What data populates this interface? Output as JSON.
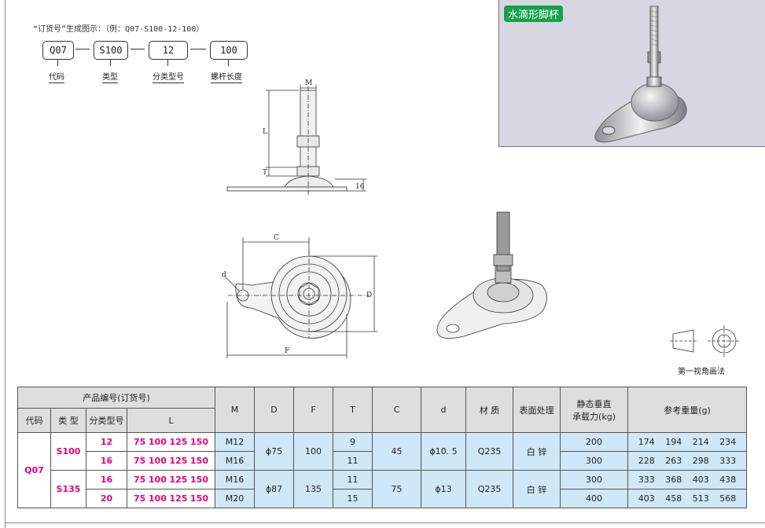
{
  "order": {
    "title": "“订货号”生成图示：（例：Q07-S100-12-100）",
    "parts": [
      {
        "code": "Q07",
        "label": "代码"
      },
      {
        "code": "S100",
        "label": "类型"
      },
      {
        "code": "12",
        "label": "分类型号"
      },
      {
        "code": "100",
        "label": "螺杆长度"
      }
    ]
  },
  "photo": {
    "tag": "水滴形脚杯"
  },
  "drawing": {
    "dims": {
      "M": "M",
      "L": "L",
      "T": "T",
      "h16": "16",
      "C": "C",
      "d": "d",
      "D": "D",
      "F": "F"
    }
  },
  "projection_label": "第一视角画法",
  "table": {
    "headers": {
      "group": "产品编号(订货号)",
      "code": "代码",
      "type": "类 型",
      "subtype": "分类型号",
      "L": "L",
      "M": "M",
      "D": "D",
      "F": "F",
      "T": "T",
      "C": "C",
      "d": "d",
      "material": "材 质",
      "surface": "表面处理",
      "load_line1": "静态垂直",
      "load_line2": "承载力(kg)",
      "weight": "参考重量(g)"
    },
    "code": "Q07",
    "groups": [
      {
        "type": "S100",
        "D": "ϕ75",
        "F": "100",
        "C": "45",
        "d": "ϕ10. 5",
        "material": "Q235",
        "surface": "白 锌",
        "rows": [
          {
            "subtype": "12",
            "L": [
              "75",
              "100",
              "125",
              "150"
            ],
            "M": "M12",
            "T": "9",
            "load": "200",
            "weights": [
              "174",
              "194",
              "214",
              "234"
            ]
          },
          {
            "subtype": "16",
            "L": [
              "75",
              "100",
              "125",
              "150"
            ],
            "M": "M16",
            "T": "11",
            "load": "300",
            "weights": [
              "228",
              "263",
              "298",
              "333"
            ]
          }
        ]
      },
      {
        "type": "S135",
        "D": "ϕ87",
        "F": "135",
        "C": "75",
        "d": "ϕ13",
        "material": "Q235",
        "surface": "白 锌",
        "rows": [
          {
            "subtype": "16",
            "L": [
              "75",
              "100",
              "125",
              "150"
            ],
            "M": "M16",
            "T": "11",
            "load": "300",
            "weights": [
              "333",
              "368",
              "403",
              "438"
            ]
          },
          {
            "subtype": "20",
            "L": [
              "75",
              "100",
              "125",
              "150"
            ],
            "M": "M20",
            "T": "15",
            "load": "400",
            "weights": [
              "403",
              "458",
              "513",
              "568"
            ]
          }
        ]
      }
    ]
  }
}
